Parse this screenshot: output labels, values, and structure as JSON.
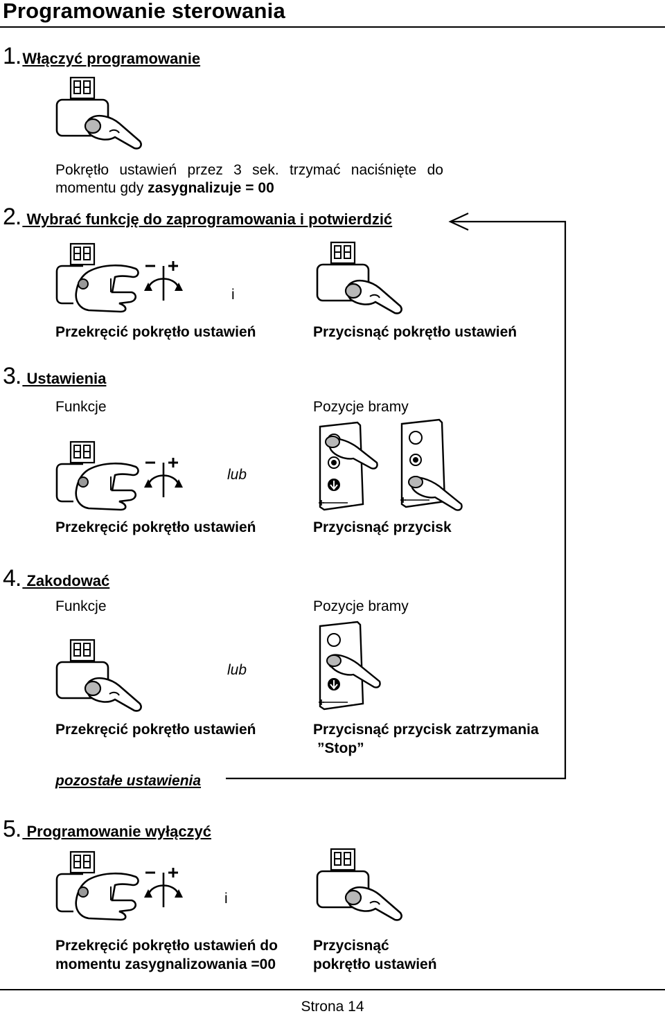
{
  "page": {
    "title": "Programowanie sterowania",
    "footer": "Strona 14"
  },
  "steps": [
    {
      "number": "1.",
      "label": "Włączyć programowanie",
      "text_part1": "Pokrętło ustawień przez 3 sek. trzymać naciśnięte do momentu gdy ",
      "text_bold": "zasygnalizuje = 00"
    },
    {
      "number": "2.",
      "label": " Wybrać funkcję do zaprogramowania i potwierdzić",
      "conjunction": "i",
      "left_caption": "Przekręcić pokrętło ustawień",
      "right_caption": "Przycisnąć pokrętło ustawień"
    },
    {
      "number": "3.",
      "label": " Ustawienia",
      "left_heading": "Funkcje",
      "right_heading": "Pozycje bramy",
      "conjunction": "lub",
      "left_caption": "Przekręcić pokrętło ustawień",
      "right_caption": "Przycisnąć przycisk"
    },
    {
      "number": "4.",
      "label": " Zakodować",
      "left_heading": "Funkcje",
      "right_heading": "Pozycje bramy",
      "conjunction": "lub",
      "left_caption": "Przekręcić pokrętło ustawień",
      "right_caption_line1": "Przycisnąć przycisk zatrzymania",
      "right_caption_line2": "”Stop”"
    },
    {
      "number": "5.",
      "label": " Programowanie wyłączyć",
      "conjunction": "i",
      "left_caption_line1": "Przekręcić pokrętło ustawień do",
      "left_caption_line2": "momentu zasygnalizowania =00",
      "right_caption_line1": "Przycisnąć",
      "right_caption_line2": "pokrętło ustawień"
    }
  ],
  "loop_note": "pozostałe ustawienia",
  "icons": {
    "press_knob": "press-knob-icon",
    "turn_knob": "turn-knob-icon",
    "rotate_arrow": "rotate-arrow-icon",
    "gate_remote": "gate-remote-icon"
  }
}
